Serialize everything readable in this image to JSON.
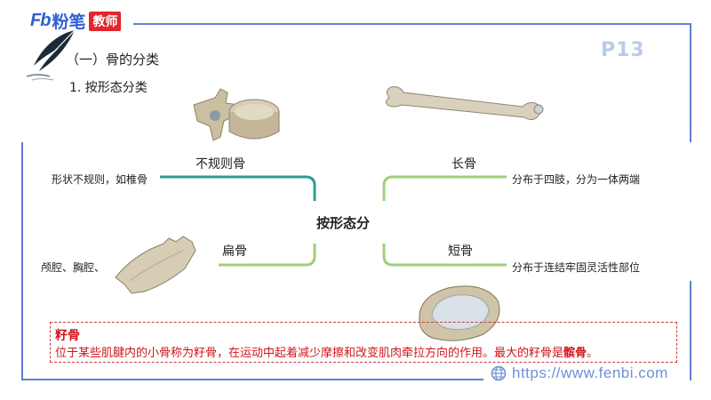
{
  "brand": {
    "logo_prefix": "Fb",
    "logo_text": "粉笔",
    "logo_badge": "教师"
  },
  "page_number": "P13",
  "section_title": "（一）骨的分类",
  "subsection_title": "1. 按形态分类",
  "mindmap": {
    "center": "按形态分",
    "branches": [
      {
        "name": "不规则骨",
        "description": "形状不规则，如椎骨"
      },
      {
        "name": "长骨",
        "description": "分布于四肢，分为一体两端"
      },
      {
        "name": "扁骨",
        "description": "颅腔、胸腔、"
      },
      {
        "name": "短骨",
        "description": "分布于连结牢固灵活性部位"
      }
    ]
  },
  "sesamoid": {
    "title": "籽骨",
    "text_before": "位于某些肌腱内的小骨称为籽骨，在运动中起着减少摩擦和改变肌肉牵拉方向的作用。最大的籽骨是",
    "text_bold": "髌骨",
    "text_after": "。"
  },
  "footer": {
    "url": "https://www.fenbi.com"
  },
  "colors": {
    "frame": "#5f7fd6",
    "teal_branch": "#2e9c94",
    "green_branch": "#9fd07a",
    "red_text": "#d0161b",
    "brand_blue": "#2f5fd0"
  },
  "icons": [
    "feather-icon",
    "globe-icon"
  ]
}
